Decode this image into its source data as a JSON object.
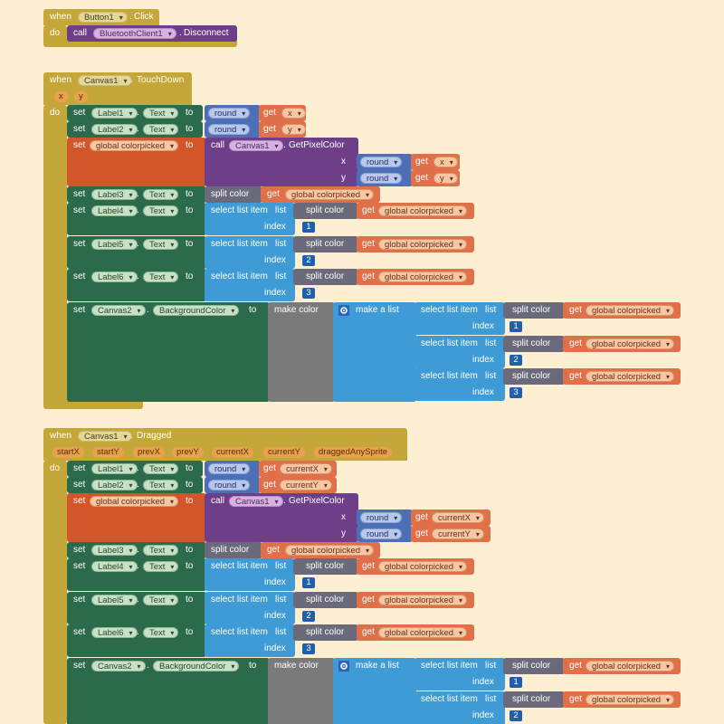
{
  "labels": {
    "when": "when",
    "do": "do",
    "call": "call",
    "set": "set",
    "to": "to",
    "get": "get",
    "round": "round",
    "dot": ".",
    "split_color": "split color",
    "select_list_item": "select list item",
    "list": "list",
    "index": "index",
    "make_color": "make color",
    "make_a_list": "make a list",
    "x": "x",
    "y": "y"
  },
  "block1": {
    "component": "Button1",
    "event": "Click",
    "call_component": "BluetoothClient1",
    "call_method": "Disconnect"
  },
  "block2": {
    "component": "Canvas1",
    "event": "TouchDown",
    "params": [
      "x",
      "y"
    ],
    "label1": "Label1",
    "label2": "Label2",
    "label3": "Label3",
    "label4": "Label4",
    "label5": "Label5",
    "label6": "Label6",
    "text_prop": "Text",
    "global_var": "global colorpicked",
    "get_x": "x",
    "get_y": "y",
    "pixel_component": "Canvas1",
    "pixel_method": "GetPixelColor",
    "canvas2": "Canvas2",
    "bg_prop": "BackgroundColor",
    "indices": [
      "1",
      "2",
      "3"
    ]
  },
  "block3": {
    "component": "Canvas1",
    "event": "Dragged",
    "params": [
      "startX",
      "startY",
      "prevX",
      "prevY",
      "currentX",
      "currentY",
      "draggedAnySprite"
    ],
    "label1": "Label1",
    "label2": "Label2",
    "label3": "Label3",
    "label4": "Label4",
    "label5": "Label5",
    "label6": "Label6",
    "text_prop": "Text",
    "global_var": "global colorpicked",
    "get_x": "currentX",
    "get_y": "currentY",
    "pixel_component": "Canvas1",
    "pixel_method": "GetPixelColor",
    "canvas2": "Canvas2",
    "bg_prop": "BackgroundColor",
    "indices": [
      "1",
      "2",
      "3"
    ]
  },
  "colors": {
    "background": "#fcefd2",
    "event_block": "#c5a638",
    "set_block": "#2b6a4b",
    "global_set": "#d2562a",
    "call_block": "#6e3f88",
    "list_block": "#3f9bd6",
    "math_block": "#4d6fb6",
    "number": "#1f5fae",
    "variable_get": "#e0704a"
  },
  "icons": {
    "gear": "gear-icon"
  }
}
